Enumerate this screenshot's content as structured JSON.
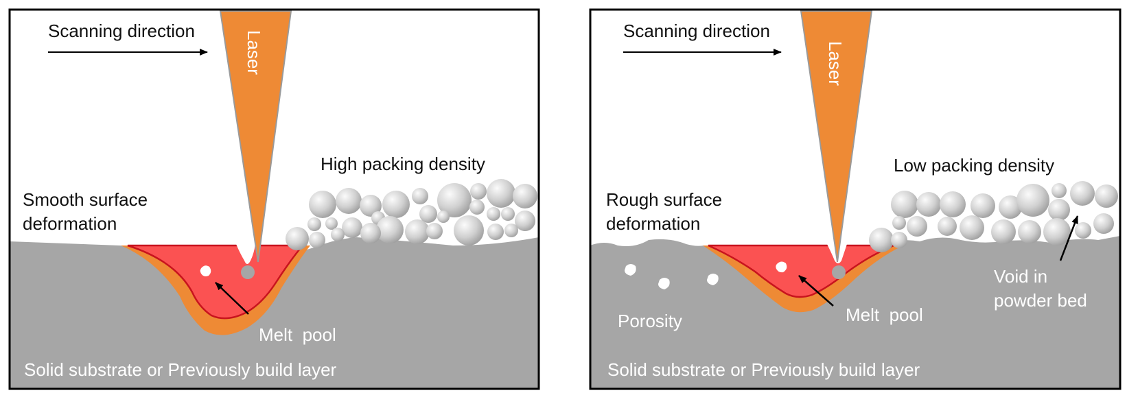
{
  "panels": [
    {
      "scanning_label": "Scanning direction",
      "laser_label": "Laser",
      "surface_label_line1": "Smooth surface",
      "surface_label_line2": "deformation",
      "density_label": "High packing density",
      "melt_pool_label": "Melt  pool",
      "substrate_label": "Solid substrate or Previously build layer"
    },
    {
      "scanning_label": "Scanning direction",
      "laser_label": "Laser",
      "surface_label_line1": "Rough surface",
      "surface_label_line2": "deformation",
      "density_label": "Low packing density",
      "melt_pool_label": "Melt  pool",
      "porosity_label": "Porosity",
      "void_label_line1": "Void in",
      "void_label_line2": "powder bed",
      "substrate_label": "Solid substrate or Previously build layer"
    }
  ],
  "colors": {
    "laser": "#ee8a35",
    "substrate": "#a6a6a6",
    "melt_core": "#fb5252",
    "melt_rim": "#ee8a35",
    "powder": "#d2d2d2"
  }
}
